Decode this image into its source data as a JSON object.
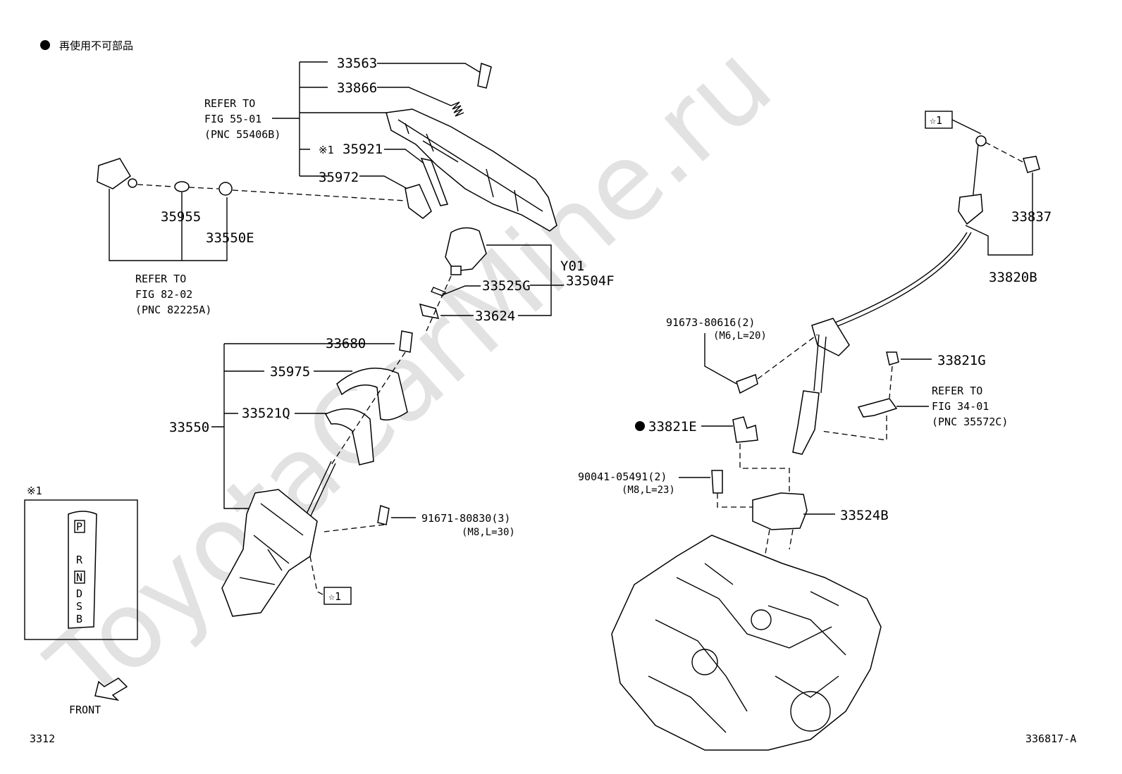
{
  "header": {
    "legend_text": "再使用不可部品"
  },
  "watermark": "ToyotaCarMine.ru",
  "callouts": {
    "p33563": "33563",
    "p33866": "33866",
    "refer1": [
      "REFER TO",
      "FIG 55-01",
      "(PNC 55406B)"
    ],
    "p35921_mark": "※1",
    "p35921": "35921",
    "p35972": "35972",
    "p35955": "35955",
    "p33550E": "33550E",
    "refer2": [
      "REFER TO",
      "FIG 82-02",
      "(PNC 82225A)"
    ],
    "y01": "Y01",
    "p33504F": "33504F",
    "p33525G": "33525G",
    "p33624": "33624",
    "p33680": "33680",
    "p35975": "35975",
    "p33521Q": "33521Q",
    "p33550": "33550",
    "p91671": "91671-80830(3)",
    "p91671_spec": "(M8,L=30)",
    "star1_a": "☆1",
    "star1_b": "☆1",
    "p33837": "33837",
    "p33820B": "33820B",
    "p91673": "91673-80616(2)",
    "p91673_spec": "(M6,L=20)",
    "p33821G": "33821G",
    "refer3": [
      "REFER TO",
      "FIG 34-01",
      "(PNC 35572C)"
    ],
    "p33821E": "33821E",
    "p90041": "90041-05491(2)",
    "p90041_spec": "(M8,L=23)",
    "p33524B": "33524B"
  },
  "inset": {
    "title": "※1",
    "gear_letters": [
      "P",
      "R",
      "N",
      "D",
      "S",
      "B"
    ]
  },
  "front_label": "FRONT",
  "footer": {
    "left_code": "3312",
    "right_code": "336817-A"
  }
}
